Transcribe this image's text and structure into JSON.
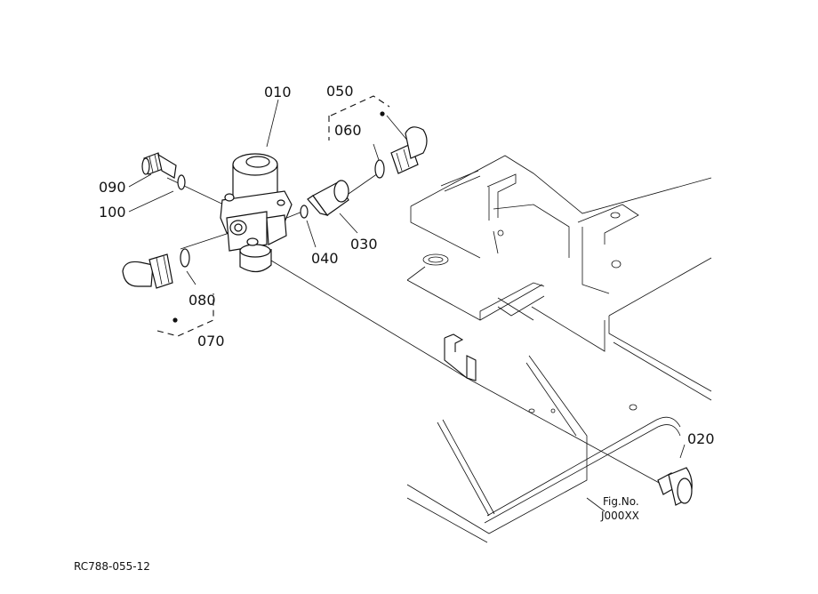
{
  "callouts": {
    "p010": "010",
    "p020": "020",
    "p030": "030",
    "p040": "040",
    "p050": "050",
    "p060": "060",
    "p070": "070",
    "p080": "080",
    "p090": "090",
    "p100": "100"
  },
  "fig_ref": {
    "line1": "Fig.No.",
    "line2": "J000XX"
  },
  "drawing_code": "RC788-055-12"
}
